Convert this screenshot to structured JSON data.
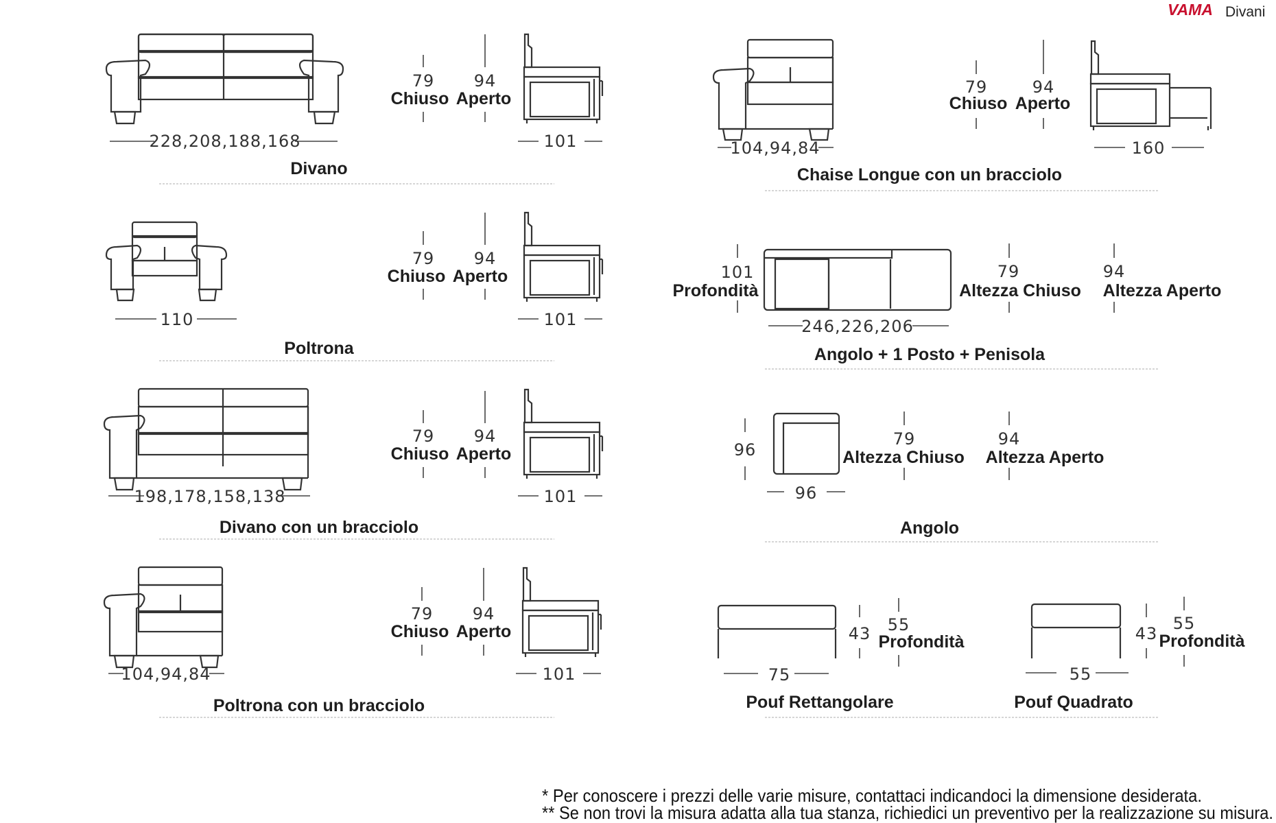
{
  "brand": {
    "name": "VAMA",
    "suffix": "Divani"
  },
  "items": {
    "divano": {
      "title": "Divano",
      "width": "228,208,188,168",
      "h_closed": "79",
      "h_open": "94",
      "closed_label": "Chiuso",
      "open_label": "Aperto",
      "depth": "101"
    },
    "poltrona": {
      "title": "Poltrona",
      "width": "110",
      "h_closed": "79",
      "h_open": "94",
      "closed_label": "Chiuso",
      "open_label": "Aperto",
      "depth": "101"
    },
    "divano_bracciolo": {
      "title": "Divano con un bracciolo",
      "width": "198,178,158,138",
      "h_closed": "79",
      "h_open": "94",
      "closed_label": "Chiuso",
      "open_label": "Aperto",
      "depth": "101"
    },
    "poltrona_bracciolo": {
      "title": "Poltrona con un bracciolo",
      "width": "104,94,84",
      "h_closed": "79",
      "h_open": "94",
      "closed_label": "Chiuso",
      "open_label": "Aperto",
      "depth": "101"
    },
    "chaise": {
      "title": "Chaise Longue con un bracciolo",
      "width": "104,94,84",
      "h_closed": "79",
      "h_open": "94",
      "closed_label": "Chiuso",
      "open_label": "Aperto",
      "depth": "160"
    },
    "angolo_penisola": {
      "title": "Angolo + 1 Posto + Penisola",
      "width": "246,226,206",
      "depth": "101",
      "depth_label": "Profondità",
      "h_closed": "79",
      "h_closed_label": "Altezza Chiuso",
      "h_open": "94",
      "h_open_label": "Altezza Aperto"
    },
    "angolo": {
      "title": "Angolo",
      "width": "96",
      "depth": "96",
      "h_closed": "79",
      "h_closed_label": "Altezza Chiuso",
      "h_open": "94",
      "h_open_label": "Altezza Aperto"
    },
    "pouf_rett": {
      "title": "Pouf Rettangolare",
      "width": "75",
      "height": "43",
      "depth": "55",
      "depth_label": "Profondità"
    },
    "pouf_quad": {
      "title": "Pouf Quadrato",
      "width": "55",
      "height": "43",
      "depth": "55",
      "depth_label": "Profondità"
    }
  },
  "notes": {
    "line1": "* Per conoscere i prezzi delle varie misure, contattaci indicandoci la dimensione desiderata.",
    "line2": "** Se non trovi la misura adatta alla tua stanza, richiedici un preventivo per la realizzazione su misura."
  }
}
